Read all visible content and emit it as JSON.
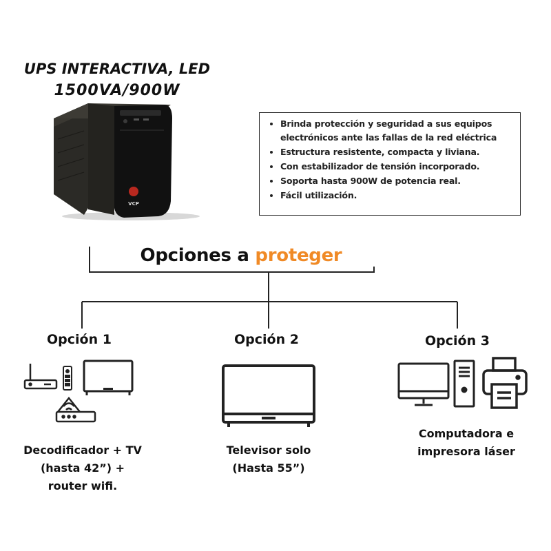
{
  "product": {
    "title_line1": "UPS INTERACTIVA, LED",
    "title_line2": "1500VA/900W",
    "logo_text": "VCP"
  },
  "features": [
    "Brinda protección y seguridad a sus equipos electrónicos ante las fallas de la red eléctrica",
    "Estructura resistente, compacta y liviana.",
    "Con estabilizador de tensión incorporado.",
    "Soporta hasta 900W de potencia real.",
    "Fácil utilización."
  ],
  "section": {
    "heading_main": "Opciones a ",
    "heading_accent": "proteger",
    "accent_color": "#f08a26"
  },
  "options": [
    {
      "title": "Opción 1",
      "desc_lines": [
        "Decodificador + TV",
        "(hasta 42”) +",
        "router wifi."
      ],
      "icons": [
        "decoder-icon",
        "remote-icon",
        "tv-icon",
        "router-icon"
      ]
    },
    {
      "title": "Opción 2",
      "desc_lines": [
        "Televisor solo",
        "(Hasta 55”)"
      ],
      "icons": [
        "tv-icon"
      ]
    },
    {
      "title": "Opción 3",
      "desc_lines": [
        "Computadora e",
        "impresora láser"
      ],
      "icons": [
        "monitor-icon",
        "pc-tower-icon",
        "printer-icon"
      ]
    }
  ]
}
